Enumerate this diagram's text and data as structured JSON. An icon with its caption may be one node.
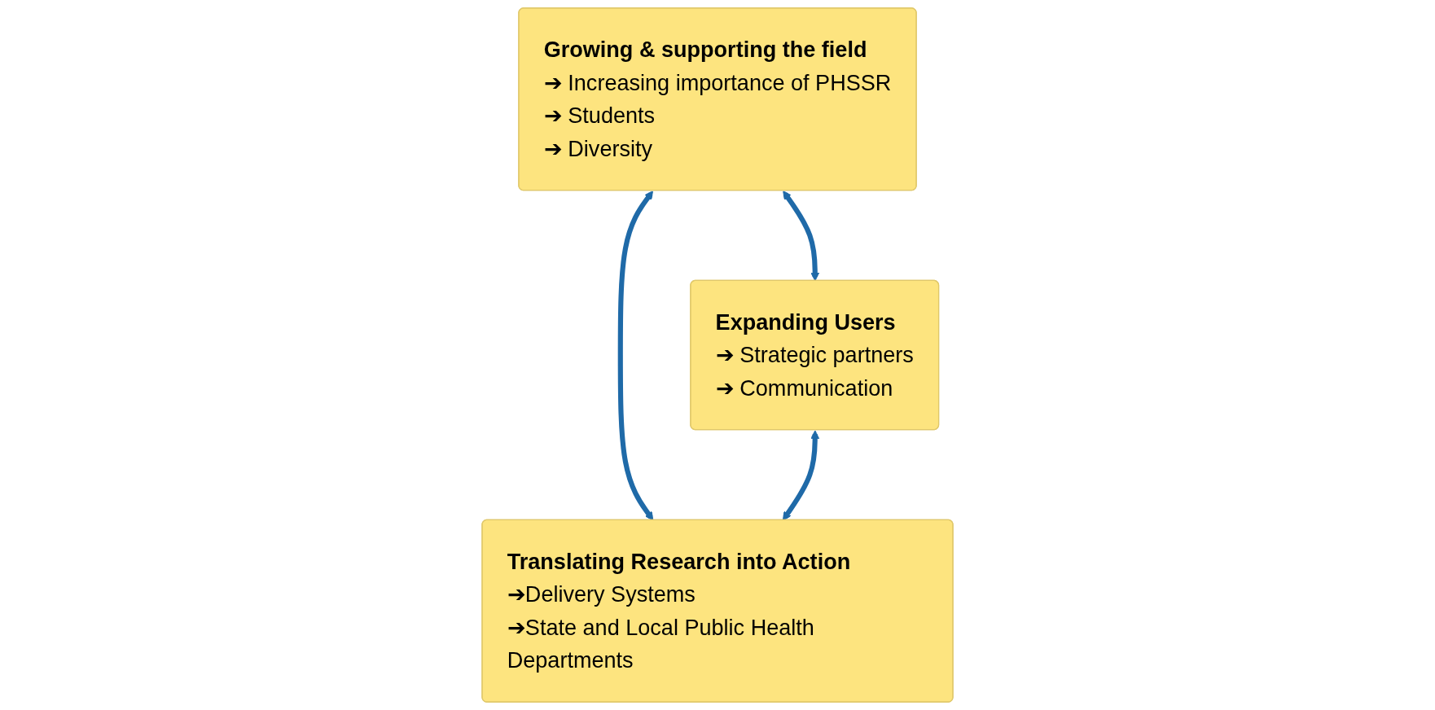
{
  "diagram": {
    "nodes": [
      {
        "text": [
          "Growing & supporting the field",
          "➔ Increasing importance of PHSSR",
          "➔ Students",
          "➔ Diversity"
        ]
      },
      {
        "text": [
          "Expanding Users",
          "➔ Strategic partners",
          "➔ Communication"
        ]
      },
      {
        "text": [
          "Translating Research into Action",
          "➔Delivery Systems",
          "➔State and Local Public Health Departments"
        ]
      }
    ],
    "edges": [
      {
        "from": 0,
        "to": 1,
        "arrow": "both"
      },
      {
        "from": 0,
        "to": 2,
        "arrow": "both"
      },
      {
        "from": 1,
        "to": 2,
        "arrow": "both"
      }
    ]
  }
}
